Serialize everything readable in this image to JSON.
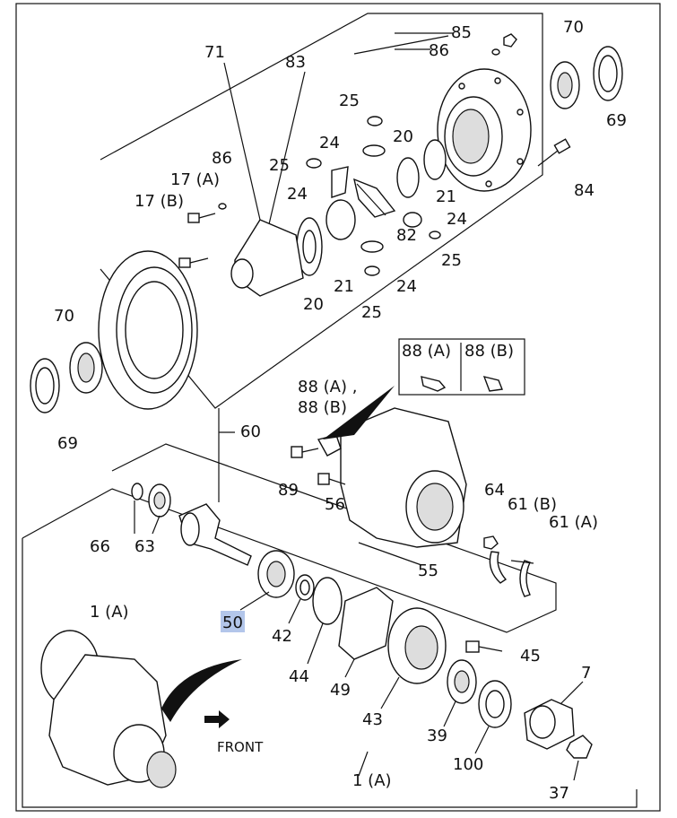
{
  "labels": {
    "l85": "85",
    "l86a": "86",
    "l70a": "70",
    "l69a": "69",
    "l84": "84",
    "l71": "71",
    "l83": "83",
    "l25a": "25",
    "l20a": "20",
    "l24a": "24",
    "l25b": "25",
    "l24b": "24",
    "l21a": "21",
    "l24c": "24",
    "l82": "82",
    "l25c": "25",
    "l86b": "86",
    "l17a": "17 (A)",
    "l17b": "17 (B)",
    "l20b": "20",
    "l21b": "21",
    "l24d": "24",
    "l25d": "25",
    "l70b": "70",
    "l69b": "69",
    "l60": "60",
    "l88a": "88 (A)",
    "l88b": "88 (B)",
    "l88ab1": "88 (A) ,",
    "l88ab2": "88 (B)",
    "l89": "89",
    "l56": "56",
    "l64": "64",
    "l61b": "61 (B)",
    "l61a": "61 (A)",
    "l55": "55",
    "l66": "66",
    "l63": "63",
    "l50": "50",
    "l42": "42",
    "l44": "44",
    "l49": "49",
    "l43": "43",
    "l45": "45",
    "l39": "39",
    "l100": "100",
    "l7": "7",
    "l37": "37",
    "l1a_top": "1 (A)",
    "l1a_bot": "1 (A)",
    "front": "FRONT"
  },
  "highlight_color": "#b3c6ea"
}
